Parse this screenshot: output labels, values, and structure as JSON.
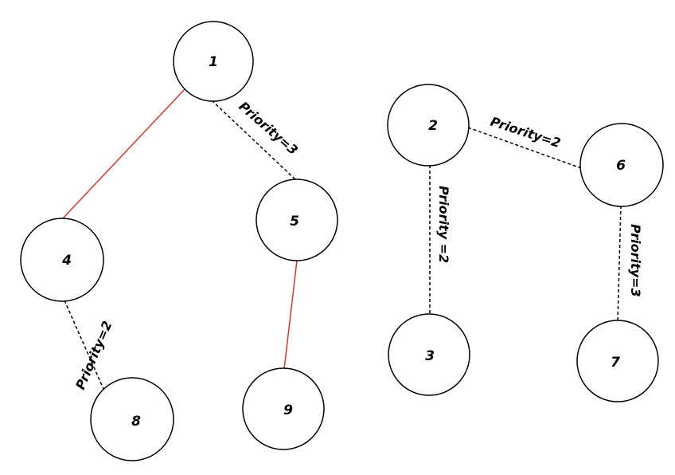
{
  "colors": {
    "edge_dashed": "#000000",
    "edge_red": "#e0352b",
    "node_stroke": "#000000",
    "node_fill": "#ffffff"
  },
  "nodes": [
    {
      "id": "1",
      "label": "1"
    },
    {
      "id": "2",
      "label": "2"
    },
    {
      "id": "3",
      "label": "3"
    },
    {
      "id": "4",
      "label": "4"
    },
    {
      "id": "5",
      "label": "5"
    },
    {
      "id": "6",
      "label": "6"
    },
    {
      "id": "7",
      "label": "7"
    },
    {
      "id": "8",
      "label": "8"
    },
    {
      "id": "9",
      "label": "9"
    }
  ],
  "edges": [
    {
      "id": "e1-4",
      "from": "1",
      "to": "4",
      "style": "solid-red",
      "label": ""
    },
    {
      "id": "e1-5",
      "from": "1",
      "to": "5",
      "style": "dashed",
      "label": "Priority=3"
    },
    {
      "id": "e5-9",
      "from": "5",
      "to": "9",
      "style": "solid-red",
      "label": ""
    },
    {
      "id": "e4-8",
      "from": "4",
      "to": "8",
      "style": "dashed",
      "label": "Priority=2"
    },
    {
      "id": "e2-6",
      "from": "2",
      "to": "6",
      "style": "dashed",
      "label": "Priority=2"
    },
    {
      "id": "e2-3",
      "from": "2",
      "to": "3",
      "style": "dashed",
      "label": "Priority =2"
    },
    {
      "id": "e6-7",
      "from": "6",
      "to": "7",
      "style": "dashed",
      "label": "Priority=3"
    }
  ]
}
